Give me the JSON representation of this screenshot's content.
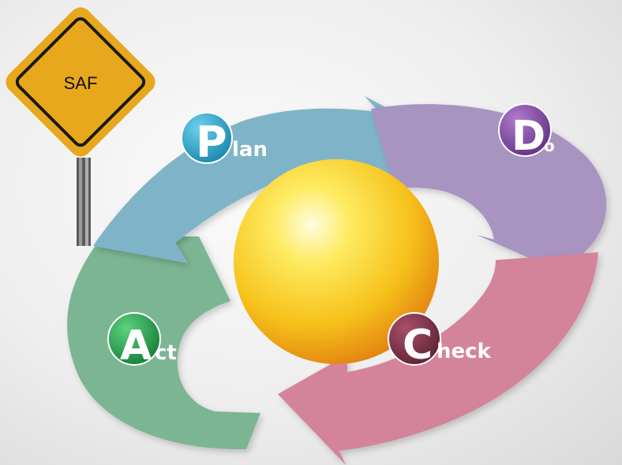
{
  "sign": {
    "label": "SAF",
    "color": "#E8A81E"
  },
  "cycle": {
    "plan": {
      "initial": "P",
      "rest": "lan",
      "arrow_color": "#7FB4C8",
      "badge_color": "#1E96BE"
    },
    "do": {
      "initial": "D",
      "rest": "o",
      "arrow_color": "#A894C0",
      "badge_color": "#7A4A9A"
    },
    "check": {
      "initial": "C",
      "rest": "heck",
      "arrow_color": "#D4849A",
      "badge_color": "#7A3046"
    },
    "act": {
      "initial": "A",
      "rest": "ct",
      "arrow_color": "#7BB592",
      "badge_color": "#1E9A4A"
    }
  },
  "center": {
    "sphere_color": "#F7C81E"
  }
}
